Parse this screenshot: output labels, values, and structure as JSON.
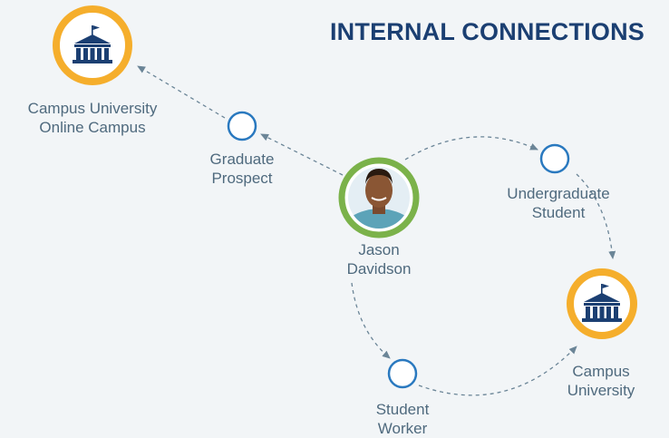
{
  "title": "INTERNAL CONNECTIONS",
  "person": {
    "first_name": "Jason",
    "last_name": "Davidson",
    "avatar_icon": "person-photo"
  },
  "institutions": {
    "online": {
      "line1": "Campus University",
      "line2": "Online Campus",
      "icon": "university-building-icon"
    },
    "campus": {
      "line1": "Campus",
      "line2": "University",
      "icon": "university-building-icon"
    }
  },
  "roles": {
    "graduate": {
      "line1": "Graduate",
      "line2": "Prospect"
    },
    "undergraduate": {
      "line1": "Undergraduate",
      "line2": "Student"
    },
    "worker": {
      "line1": "Student",
      "line2": "Worker"
    }
  },
  "colors": {
    "institution_ring": "#f5ae2c",
    "person_ring": "#7bb24a",
    "role_ring": "#2a79bf",
    "building": "#1b3f72",
    "connector": "#6b8597",
    "title": "#1b3f72"
  }
}
